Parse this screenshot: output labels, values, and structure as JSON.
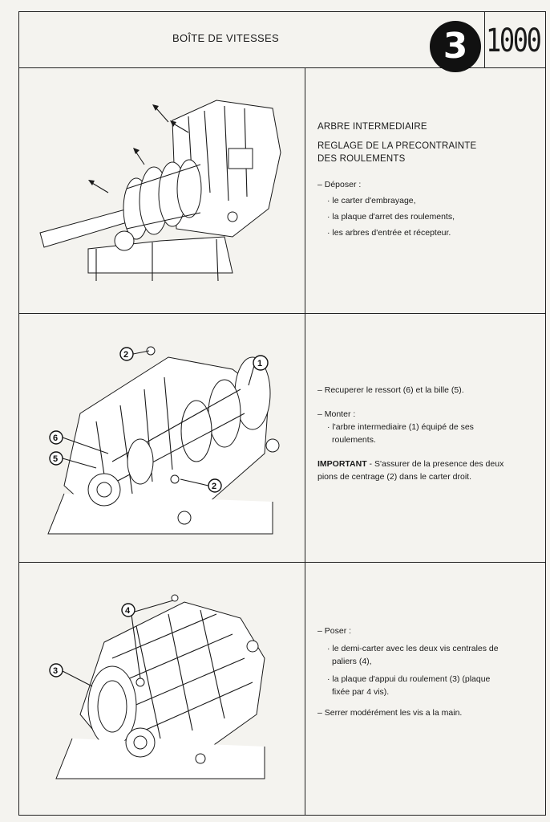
{
  "header": {
    "title": "BOÎTE DE VITESSES",
    "chapter": "3",
    "model": "1000"
  },
  "section1": {
    "heading1": "ARBRE INTERMEDIAIRE",
    "heading2a": "REGLAGE DE LA PRECONTRAINTE",
    "heading2b": "DES ROULEMENTS",
    "intro": "– Déposer :",
    "items": [
      "· le carter d'embrayage,",
      "· la plaque d'arret des roulements,",
      "· les arbres d'entrée et récepteur."
    ]
  },
  "section2": {
    "step1": "– Recuperer le ressort (6) et la bille (5).",
    "step2": "– Monter :",
    "item1a": "· l'arbre intermediaire (1) équipé de ses",
    "item1b": "roulements.",
    "important_label": "IMPORTANT",
    "important_a": " - S'assurer de la presence des deux",
    "important_b": "pions de centrage (2) dans le carter droit.",
    "callouts": [
      "2",
      "1",
      "6",
      "5",
      "2"
    ]
  },
  "section3": {
    "step1": "– Poser :",
    "item1a": "· le demi-carter avec les deux vis centrales de",
    "item1b": "paliers (4),",
    "item2a": "· la plaque d'appui du roulement (3) (plaque",
    "item2b": "fixée par 4 vis).",
    "step2": "– Serrer modérément les vis a la main.",
    "callouts": [
      "4",
      "3"
    ]
  }
}
